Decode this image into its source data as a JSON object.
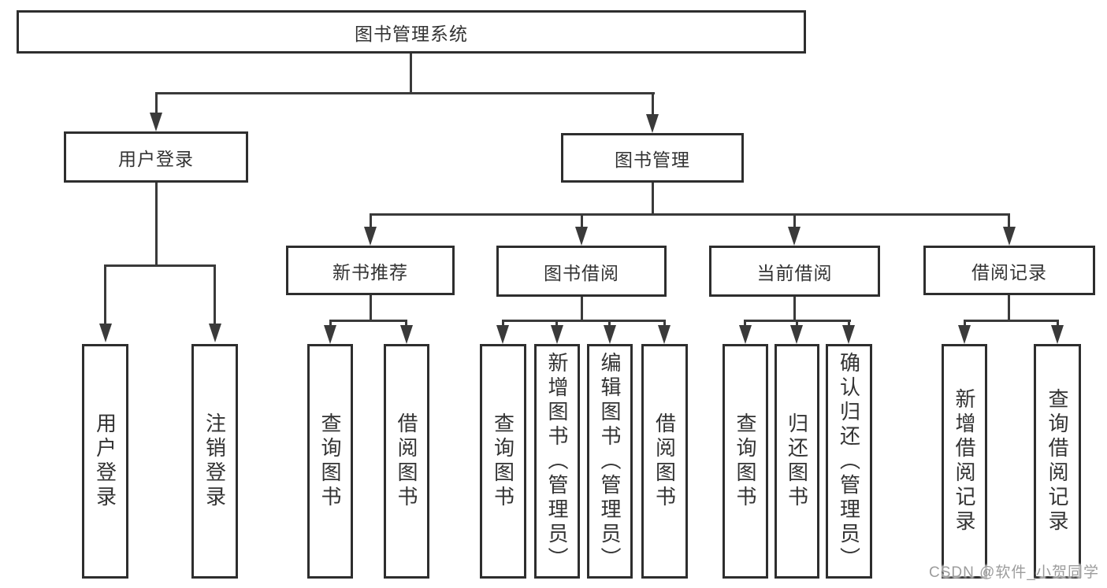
{
  "diagram": {
    "title": "图书管理系统",
    "nodes": {
      "root": "图书管理系统",
      "user_login": "用户登录",
      "book_mgmt": "图书管理",
      "new_books": "新书推荐",
      "book_borrow": "图书借阅",
      "current_borrow": "当前借阅",
      "borrow_records": "借阅记录",
      "leaf_user_login": "用户登录",
      "leaf_user_logout": "注销登录",
      "leaf_newbooks_query": "查询图书",
      "leaf_newbooks_borrow": "借阅图书",
      "leaf_borrow_query": "查询图书",
      "leaf_borrow_add": "新增图书（管理员）",
      "leaf_borrow_edit": "编辑图书（管理员）",
      "leaf_borrow_borrow": "借阅图书",
      "leaf_current_query": "查询图书",
      "leaf_current_return": "归还图书",
      "leaf_current_confirm": "确认归还（管理员）",
      "leaf_records_add": "新增借阅记录",
      "leaf_records_query": "查询借阅记录"
    },
    "structure": {
      "图书管理系统": {
        "用户登录": [
          "用户登录",
          "注销登录"
        ],
        "图书管理": {
          "新书推荐": [
            "查询图书",
            "借阅图书"
          ],
          "图书借阅": [
            "查询图书",
            "新增图书（管理员）",
            "编辑图书（管理员）",
            "借阅图书"
          ],
          "当前借阅": [
            "查询图书",
            "归还图书",
            "确认归还（管理员）"
          ],
          "借阅记录": [
            "新增借阅记录",
            "查询借阅记录"
          ]
        }
      }
    },
    "watermark": "CSDN @软件_小贺同学",
    "colors": {
      "line": "#3a3a3a",
      "box_border": "#2e2e2e",
      "text": "#333333",
      "watermark": "#9c9c9c",
      "background": "#ffffff"
    }
  }
}
